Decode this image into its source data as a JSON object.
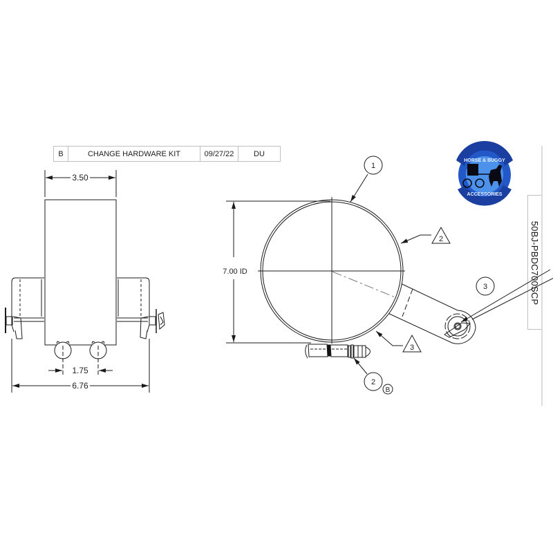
{
  "revision_table": {
    "rev": "B",
    "description": "CHANGE HARDWARE KIT",
    "date": "09/27/22",
    "by": "DU"
  },
  "part_number": "50BJ-PBDC700SCP",
  "logo": {
    "top_text": "HORSE & BUGGY",
    "bottom_text": "ACCESSORIES",
    "colors": {
      "ring": "#1f4fbf",
      "center": "#4a8ee8",
      "silhouette": "#0a0a14"
    }
  },
  "side_view": {
    "dim_top": "3.50",
    "dim_pins": "1.75",
    "dim_overall": "6.76"
  },
  "front_view": {
    "dim_diameter": "7.00 ID",
    "balloons": [
      {
        "label": "1",
        "shape": "circle"
      },
      {
        "label": "2",
        "shape": "triangle"
      },
      {
        "label": "3",
        "shape": "circle"
      },
      {
        "label": "3",
        "shape": "triangle"
      },
      {
        "label": "2",
        "shape": "circle"
      }
    ],
    "rev_marker": "B"
  },
  "colors": {
    "line": "#1a1a1a",
    "table_border": "#bfbfbf"
  }
}
